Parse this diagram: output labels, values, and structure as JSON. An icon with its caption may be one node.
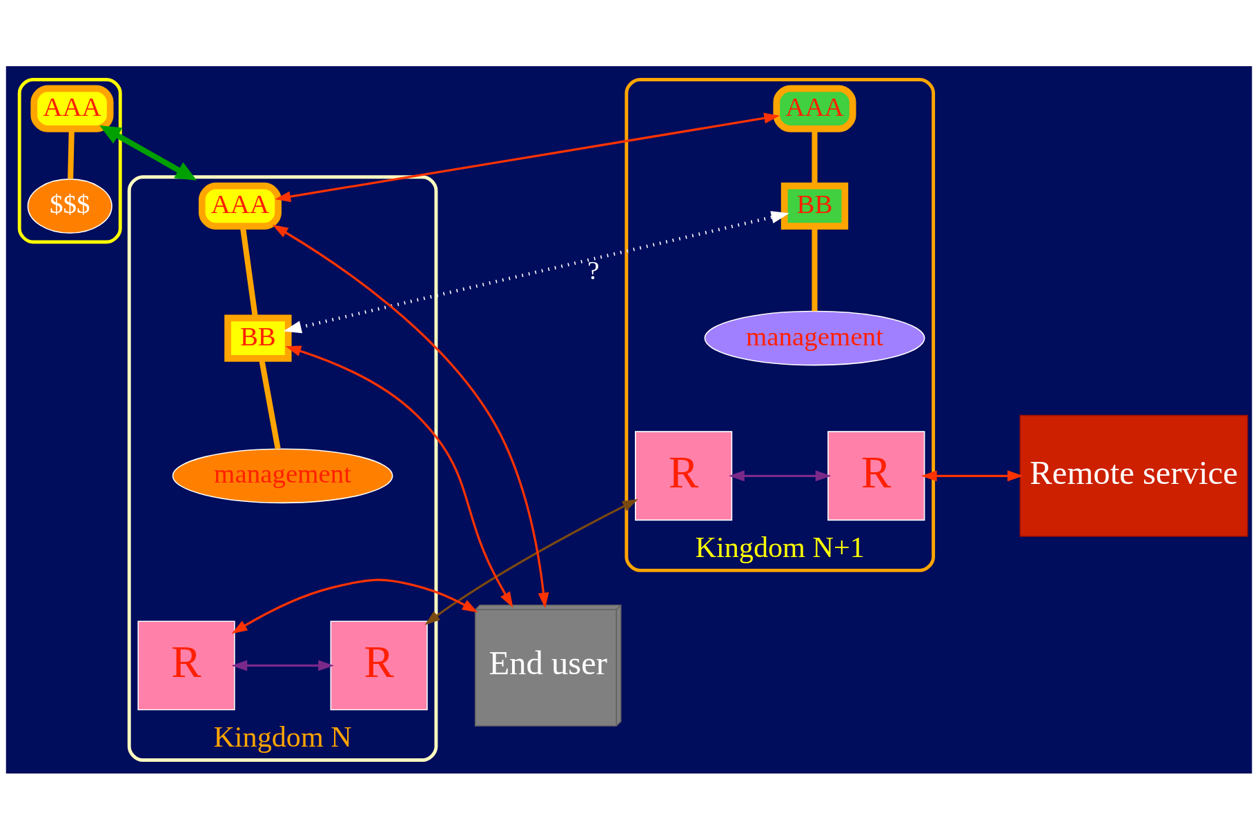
{
  "diagram": {
    "nodes": [
      {
        "text": [],
        "shape": "ellipse"
      },
      {
        "text": [
          "AAA"
        ],
        "in": 0
      },
      {
        "text": [
          "$$$"
        ],
        "in": 0
      },
      {
        "text": [
          "Kingdom N"
        ]
      },
      {
        "text": [
          "AAA"
        ],
        "in": 3
      },
      {
        "text": [
          "BB"
        ],
        "in": 3
      },
      {
        "text": [
          "management"
        ],
        "in": 3
      },
      {
        "text": [
          "R"
        ],
        "in": 3
      },
      {
        "text": [
          "R"
        ],
        "in": 3
      },
      {
        "text": [
          "Kingdom N+1"
        ]
      },
      {
        "text": [
          "AAA"
        ],
        "in": 9
      },
      {
        "text": [
          "BB"
        ],
        "in": 9
      },
      {
        "text": [
          "management"
        ],
        "in": 9
      },
      {
        "text": [
          "R"
        ],
        "in": 9
      },
      {
        "text": [
          "R"
        ],
        "in": 9
      },
      {
        "text": [
          "End user"
        ]
      },
      {
        "text": [
          "Remote service"
        ]
      }
    ],
    "edges": [
      {
        "from": 1,
        "to": 2,
        "arrow": "none",
        "style": "thick",
        "color": "#ffa500"
      },
      {
        "from": 1,
        "to": 3,
        "arrow": "both",
        "style": "thick",
        "color": "#00a000"
      },
      {
        "from": 4,
        "to": 5,
        "arrow": "none",
        "style": "thick",
        "color": "#ffa500"
      },
      {
        "from": 5,
        "to": 6,
        "arrow": "none",
        "style": "thick",
        "color": "#ffa500"
      },
      {
        "from": 10,
        "to": 11,
        "arrow": "none",
        "style": "thick",
        "color": "#ffa500"
      },
      {
        "from": 11,
        "to": 12,
        "arrow": "none",
        "style": "thick",
        "color": "#ffa500"
      },
      {
        "from": 4,
        "to": 10,
        "arrow": "both",
        "color": "#ff3300"
      },
      {
        "from": 5,
        "to": 11,
        "arrow": "both",
        "style": "dashed",
        "color": "#ffffff",
        "label": "?"
      },
      {
        "from": 15,
        "to": 4,
        "arrow": "both",
        "color": "#ff3300"
      },
      {
        "from": 15,
        "to": 5,
        "arrow": "both",
        "color": "#ff3300"
      },
      {
        "from": 15,
        "to": 7,
        "arrow": "both",
        "color": "#ff3300"
      },
      {
        "from": 7,
        "to": 8,
        "arrow": "both",
        "color": "#7a2a8a"
      },
      {
        "from": 8,
        "to": 13,
        "arrow": "both",
        "color": "#7a4a10"
      },
      {
        "from": 13,
        "to": 14,
        "arrow": "both",
        "color": "#7a2a8a"
      },
      {
        "from": 14,
        "to": 16,
        "arrow": "both",
        "color": "#ff3300"
      }
    ]
  }
}
